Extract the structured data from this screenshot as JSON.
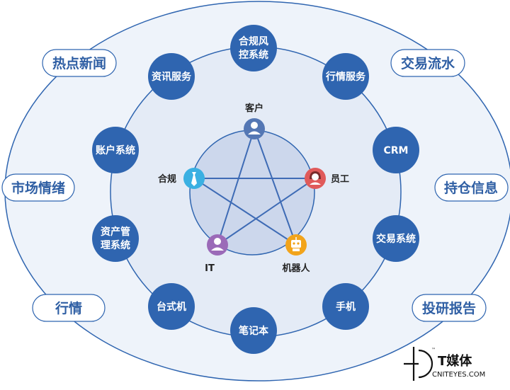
{
  "inner_ring_nodes": [
    {
      "id": "compliance-risk",
      "lines": [
        "合规风",
        "控系统"
      ]
    },
    {
      "id": "market-service",
      "lines": [
        "行情服务"
      ]
    },
    {
      "id": "crm",
      "lines": [
        "CRM"
      ]
    },
    {
      "id": "trading-system",
      "lines": [
        "交易系统"
      ]
    },
    {
      "id": "mobile",
      "lines": [
        "手机"
      ]
    },
    {
      "id": "laptop",
      "lines": [
        "笔记本"
      ]
    },
    {
      "id": "desktop",
      "lines": [
        "台式机"
      ]
    },
    {
      "id": "asset-management",
      "lines": [
        "资产管",
        "理系统"
      ]
    },
    {
      "id": "account-system",
      "lines": [
        "账户系统"
      ]
    },
    {
      "id": "news-service",
      "lines": [
        "资讯服务"
      ]
    }
  ],
  "outer_labels": [
    {
      "id": "hot-news",
      "text": "热点新闻"
    },
    {
      "id": "trade-flow",
      "text": "交易流水"
    },
    {
      "id": "market-sentiment",
      "text": "市场情绪"
    },
    {
      "id": "position-info",
      "text": "持仓信息"
    },
    {
      "id": "market-quotes",
      "text": "行情"
    },
    {
      "id": "research-report",
      "text": "投研报告"
    }
  ],
  "roles": [
    {
      "id": "customer",
      "label": "客户",
      "icon": "customer-icon",
      "color": "#5477b4"
    },
    {
      "id": "employee",
      "label": "员工",
      "icon": "employee-icon",
      "color": "#e05a5a"
    },
    {
      "id": "robot",
      "label": "机器人",
      "icon": "robot-icon",
      "color": "#f2a41b"
    },
    {
      "id": "it",
      "label": "IT",
      "icon": "it-person-icon",
      "color": "#9b6ab8"
    },
    {
      "id": "compliance",
      "label": "合规",
      "icon": "compliance-tie-icon",
      "color": "#3ab0e2"
    }
  ],
  "logo": {
    "name": "T媒体",
    "tm": "™",
    "domain": "CNITEYES.COM"
  },
  "colors": {
    "node_fill": "#2f65b0",
    "pill_text": "#2f5fa4",
    "ring_stroke": "#2f65b0",
    "outer_ellipse_fill": "#eef3fa",
    "inner_circle_fill": "#e4ebf6",
    "center_circle_fill": "#ccd7ec",
    "star_line": "#3e6bb5"
  }
}
